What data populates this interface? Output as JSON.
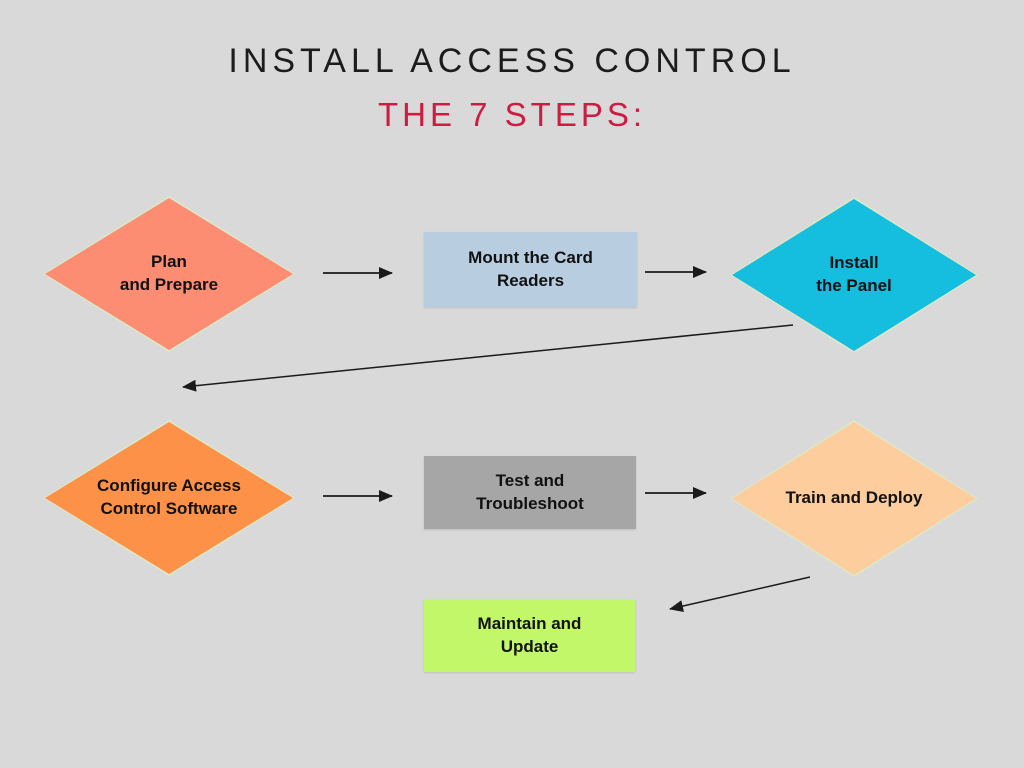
{
  "title": {
    "line1": "INSTALL ACCESS CONTROL",
    "line2": "THE 7 STEPS:"
  },
  "colors": {
    "background": "#d9d9d9",
    "title_text": "#1c1c1c",
    "subtitle_text": "#ce1b41",
    "diamond_border": "#dde8c6",
    "arrow": "#1a1a1a"
  },
  "nodes": [
    {
      "id": "plan-prepare",
      "shape": "diamond",
      "fill": "#fc8d72",
      "label": "Plan\nand Prepare"
    },
    {
      "id": "mount-card-readers",
      "shape": "rect",
      "fill": "#b9cde1",
      "label": "Mount the Card\nReaders"
    },
    {
      "id": "install-panel",
      "shape": "diamond",
      "fill": "#15bddf",
      "label": "Install\nthe Panel"
    },
    {
      "id": "configure-software",
      "shape": "diamond",
      "fill": "#fc9147",
      "label": "Configure Access\nControl Software"
    },
    {
      "id": "test-troubleshoot",
      "shape": "rect",
      "fill": "#a6a6a6",
      "label": "Test and\nTroubleshoot"
    },
    {
      "id": "train-deploy",
      "shape": "diamond",
      "fill": "#fdcd9d",
      "label": "Train and Deploy"
    },
    {
      "id": "maintain-update",
      "shape": "rect",
      "fill": "#c3f76a",
      "label": "Maintain and\nUpdate"
    }
  ],
  "edges": [
    {
      "from": "plan-prepare",
      "to": "mount-card-readers"
    },
    {
      "from": "mount-card-readers",
      "to": "install-panel"
    },
    {
      "from": "install-panel",
      "to": "configure-software"
    },
    {
      "from": "configure-software",
      "to": "test-troubleshoot"
    },
    {
      "from": "test-troubleshoot",
      "to": "train-deploy"
    },
    {
      "from": "train-deploy",
      "to": "maintain-update"
    }
  ]
}
